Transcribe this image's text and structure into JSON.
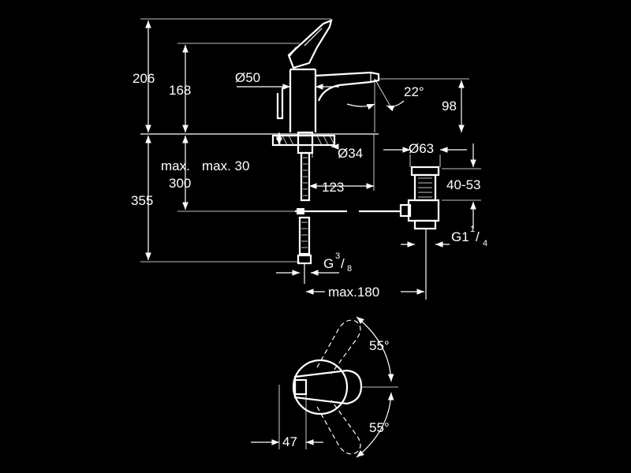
{
  "dimensions": {
    "h206": "206",
    "h168": "168",
    "d50": "Ø50",
    "a22": "22°",
    "h98": "98",
    "d63": "Ø63",
    "d34": "Ø34",
    "max30_a": "max.",
    "max30_b": "max. 30",
    "h300": "300",
    "h355": "355",
    "w123": "123",
    "r4053": "40-53",
    "g38_main": "G",
    "g38_num": "3",
    "g38_den": "8",
    "g114_main": "G1",
    "g114_num": "1",
    "g114_den": "4",
    "max180": "max.180",
    "a55_top": "55°",
    "a55_bot": "55°",
    "w47": "47"
  }
}
